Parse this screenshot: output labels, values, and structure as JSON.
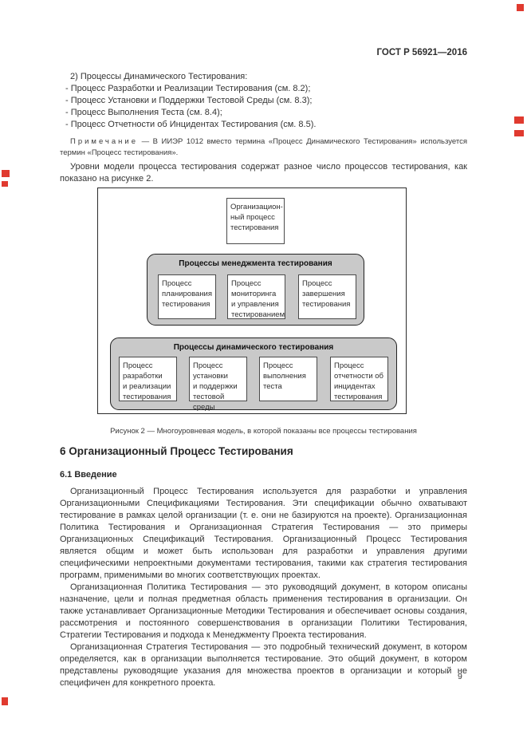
{
  "colors": {
    "diagram_group_gray": "#c9c9c9",
    "scan_mark_red": "#e03a2f",
    "text": "#333333"
  },
  "page": {
    "header_ref": "ГОСТ Р 56921—2016",
    "page_number": "9"
  },
  "list": {
    "intro": "2)  Процессы Динамического Тестирования:",
    "items": [
      "- Процесс Разработки и Реализации Тестирования (см. 8.2);",
      "- Процесс Установки и Поддержки Тестовой Среды (см. 8.3);",
      "- Процесс Выполнения Теста (см. 8.4);",
      "- Процесс Отчетности об Инцидентах Тестирования (см. 8.5)."
    ]
  },
  "note": {
    "label": "Примечание",
    "text": "— В ИИЭР 1012 вместо термина «Процесс Динамического Тестирования» используется термин «Процесс тестирования»."
  },
  "intro_paragraph": "Уровни модели процесса тестирования содержат разное число процессов тестирования, как показано на рисунке 2.",
  "figure": {
    "caption": "Рисунок 2 — Многоуровневая модель, в которой показаны все процессы тестирования",
    "top_box": "Организацион-\nный процесс\nтестирования",
    "management_group": {
      "title": "Процессы менеджмента тестирования",
      "boxes": [
        "Процесс\nпланирования\nтестирования",
        "Процесс\nмониторинга\nи управления\nтестированием",
        "Процесс\nзавершения\nтестирования"
      ]
    },
    "dynamic_group": {
      "title": "Процессы динамического тестирования",
      "boxes": [
        "Процесс\nразработки\nи реализации\nтестирования",
        "Процесс\nустановки\nи поддержки\nтестовой среды",
        "Процесс\nвыполнения\nтеста",
        "Процесс\nотчетности об\nинцидентах\nтестирования"
      ]
    }
  },
  "section": {
    "heading": "6 Организационный Процесс Тестирования",
    "subheading": "6.1 Введение",
    "paragraphs": [
      "Организационный Процесс Тестирования используется для разработки и управления Организационными Спецификациями Тестирования. Эти спецификации обычно охватывают тестирование в рамках целой организации (т. е. они не базируются на проекте). Организационная Политика Тестирования и Организационная Стратегия Тестирования — это примеры Организационных Спецификаций Тестирования. Организационный Процесс Тестирования является общим и может быть использован для разработки и управления другими специфическими непроектными документами тестирования, такими как стратегия тестирования программ, применимыми во многих соответствующих проектах.",
      "Организационная Политика Тестирования — это руководящий документ, в котором описаны назначение, цели и полная предметная область применения тестирования в организации. Он также устанавливает Организационные Методики Тестирования и обеспечивает основы создания, рассмотрения и постоянного совершенствования в организации Политики Тестирования, Стратегии Тестирования и подхода к Менеджменту Проекта тестирования.",
      "Организационная Стратегия Тестирования — это подробный технический документ, в котором определяется, как в организации выполняется тестирование. Это общий документ, в котором представлены руководящие указания для множества проектов в организации и который не специфичен для конкретного проекта."
    ]
  }
}
